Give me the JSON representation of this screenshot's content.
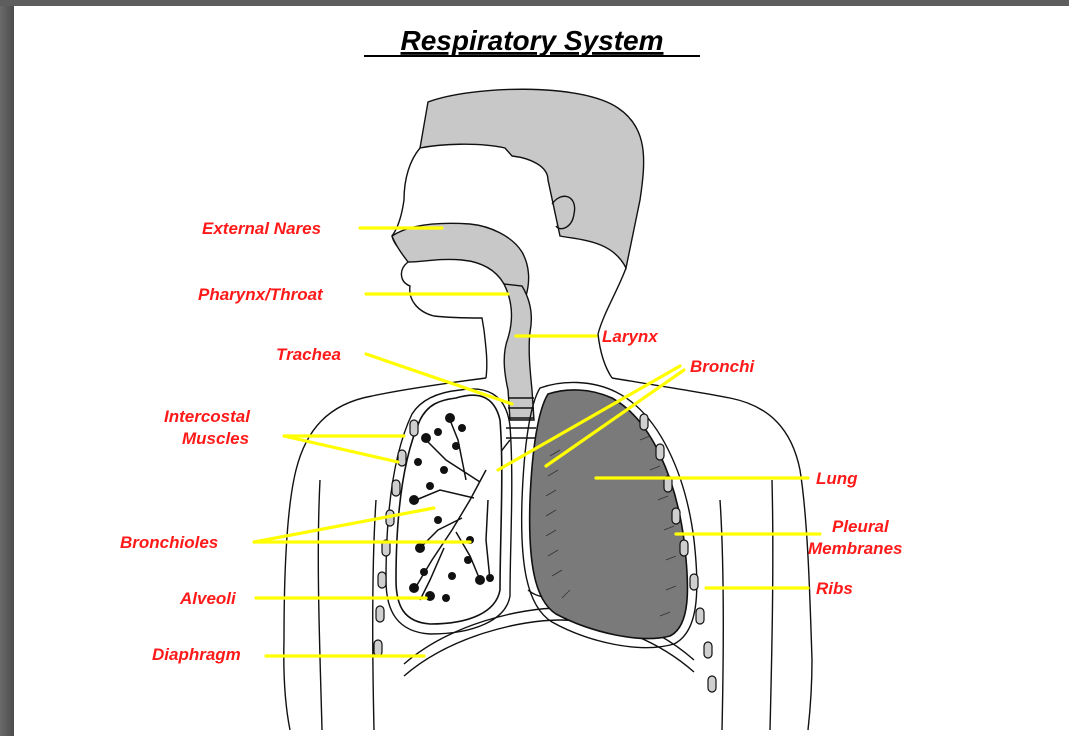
{
  "diagram": {
    "title": "Respiratory System",
    "labels": {
      "external_nares": "External Nares",
      "pharynx_throat": "Pharynx/Throat",
      "larynx": "Larynx",
      "trachea": "Trachea",
      "bronchi": "Bronchi",
      "intercostal_line1": "Intercostal",
      "intercostal_line2": "Muscles",
      "lung": "Lung",
      "pleural_line1": "Pleural",
      "pleural_line2": "Membranes",
      "bronchioles": "Bronchioles",
      "ribs": "Ribs",
      "alveoli": "Alveoli",
      "diaphragm": "Diaphragm"
    },
    "colors": {
      "label_text": "#ff1a1a",
      "leader_line": "#ffff00",
      "airway_fill": "#c8c8c8",
      "lung_fill": "#7a7a7a",
      "rib_fill": "#cfcfcf"
    }
  }
}
